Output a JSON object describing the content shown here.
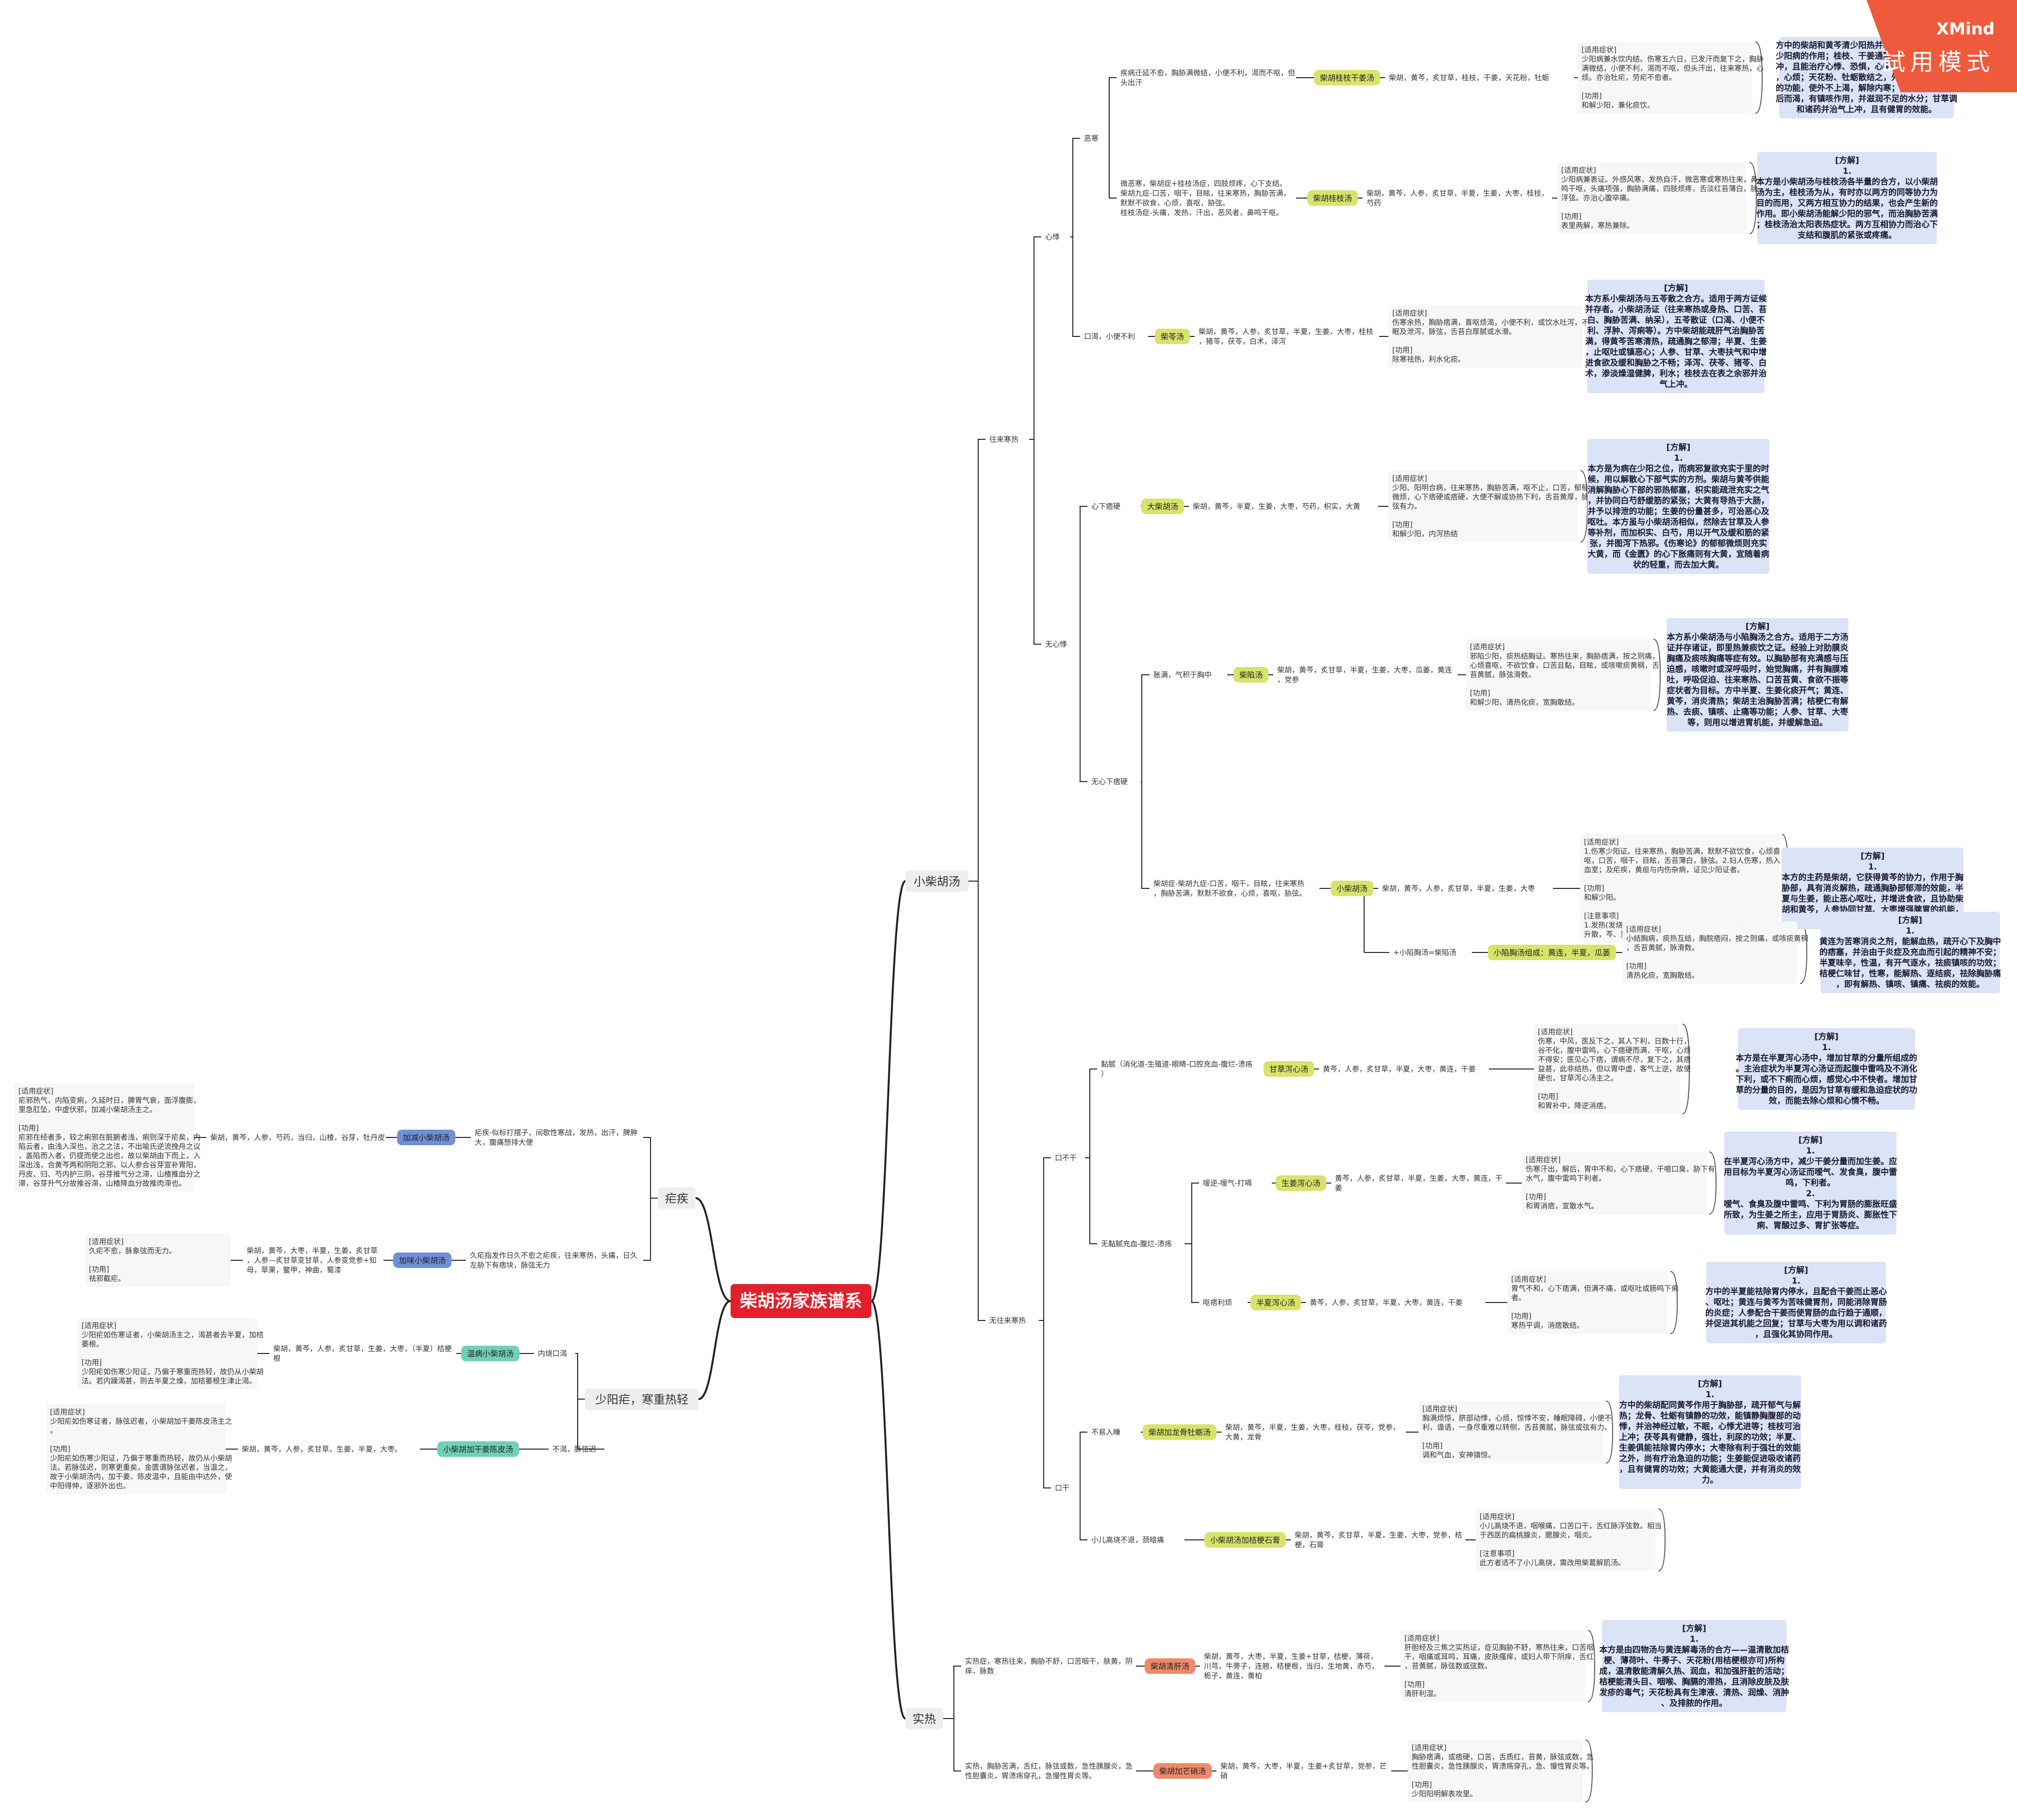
{
  "watermark": {
    "brand": "XMind",
    "mode": "試用模式",
    "color": "#f05a3c"
  },
  "colors": {
    "root": "#e0202a",
    "yellow": "#d7e36a",
    "blue": "#6f8fd8",
    "teal": "#6fd0b4",
    "orange": "#ee8a6a",
    "expl_bg": "#dbe3f6",
    "line": "#222222",
    "bracket": "#555555"
  },
  "root": {
    "label": "柴胡汤家族谱系"
  },
  "branches": [
    {
      "label": "小柴胡汤"
    },
    {
      "label": "实热"
    },
    {
      "label": "疟疾"
    },
    {
      "label": "少阳疟，寒重热轻"
    }
  ],
  "nodes": [
    {
      "id": "wanglai",
      "text": "往来寒热"
    },
    {
      "id": "xinji",
      "text": "心悸"
    },
    {
      "id": "ewu",
      "text": "恶寒"
    },
    {
      "id": "sym1",
      "text": "疾病迁延不愈，胸胁满微结，小便不利，渴而不呕，但头出汗"
    },
    {
      "id": "pill1",
      "text": "柴胡桂枝干姜汤",
      "color": "yellow"
    },
    {
      "id": "ing1",
      "text": "柴胡，黄芩，炙甘草，桂枝，干姜，天花粉，牡蛎"
    },
    {
      "id": "note1",
      "text": "[适用症状]\n少阳病兼水饮内结。伤寒五六日，已发汗而复下之，胸胁满微结，小便不利，渴而不呕，但头汗出，往来寒热，心烦。亦治牡疟，劳疟不愈者。\n\n[功用]\n和解少阳，兼化痰饮。"
    },
    {
      "id": "expl1",
      "text": "方中的柴胡和黄芩清少阳热并和解少阳，而有解除少阳病的作用；桂枝、干姜通阳散寒，证与气的上冲，且能治疗心悸、恐惧，心中动悸，且治疗汗出，心烦；天花粉、牡蛎散结之，外而寒，鼓舞组织的功能，使外不上渴，解除内寒；干姜温中，解决后而渴，有镇咳作用，并滋润不足的水分；甘草调和诸药并治气上冲，且有健胃的效能。"
    },
    {
      "id": "sym2",
      "text": "微恶寒，柴胡症+桂枝汤症，四肢烦疼，心下支结。\n柴胡九症-口苦，咽干，目眩，往来寒热，胸胁苦满，默默不欲食，心烦，喜呕，胁弦。\n桂枝汤症-头痛，发热，汗出，恶风者，鼻鸣干呕。"
    },
    {
      "id": "pill2",
      "text": "柴胡桂枝汤",
      "color": "yellow"
    },
    {
      "id": "ing2",
      "text": "柴胡，黄芩，人参，炙甘草，半夏，生姜，大枣，桂枝，芍药"
    },
    {
      "id": "note2",
      "text": "[适用症状]\n少阳病兼表证。外感风寒，发热自汗，微恶寒或寒热往来，鼻鸣干呕，头痛项强，胸胁满痛，四肢烦疼，舌淡红苔薄白，脉浮弦。亦治心腹卒痛。\n\n[功用]\n表里两解，寒热兼除。"
    },
    {
      "id": "expl2",
      "text": "[方解]\n1.\n本方是小柴胡汤与桂枝汤各半量的合方，以小柴胡汤为主，桂枝汤为从，有时亦以两方的同等协力为目的而用，又两方相互协力的结果，也会产生新的作用。即小柴胡汤能解少阳的邪气，而治胸胁苦满；桂枝汤治太阳表热症状。两方互相协力而治心下支结和腹肌的紧张或疼痛。"
    },
    {
      "id": "kouke",
      "text": "口渴，小便不利"
    },
    {
      "id": "pill3",
      "text": "柴苓汤",
      "color": "yellow"
    },
    {
      "id": "ing3",
      "text": "柴胡，黄芩，人参，炙甘草，半夏，生姜，大枣，桂枝，猪苓，茯苓，白术，泽泻"
    },
    {
      "id": "note3",
      "text": "[适用症状]\n伤寒余热，胸胁痞满，喜呕烦渴，小便不利，或饮水吐泻，不得眠及泄泻。脉弦，舌苔白厚腻或水滑。\n\n[功用]\n除寒祛热，利水化痰。"
    },
    {
      "id": "expl3",
      "text": "[方解]\n本方系小柴胡汤与五苓散之合方。适用于两方证候并存者。小柴胡汤证（往来寒热或身热、口苦、苔白、胸胁苦满、纳呆），五苓散证（口渴、小便不利、浮肿、泻痢等）。方中柴胡能疏肝气治胸胁苦满，得黄芩苦寒清热，疏通胸之郁滞；半夏、生姜，止呕吐或镇恶心；人参、甘草、大枣扶气和中增进食欲及缓和胸胁之不畅；泽泻、茯苓、猪苓、白术，渗淡燥湿健脾，利水；桂枝去在表之余邪并治气上冲。"
    },
    {
      "id": "wuxinji",
      "text": "无心悸"
    },
    {
      "id": "xinxiapiying",
      "text": "心下痞硬"
    },
    {
      "id": "pill4",
      "text": "大柴胡汤",
      "color": "yellow"
    },
    {
      "id": "ing4",
      "text": "柴胡，黄芩，半夏，生姜，大枣，芍药，枳实，大黄"
    },
    {
      "id": "note4",
      "text": "[适用症状]\n少阳、阳明合病，往来寒热，胸胁苦满，呕不止，口苦，郁郁微烦，心下痞硬或痞硬，大便不解或协热下利，舌苔黄厚，脉弦有力。\n\n[功用]\n和解少阳，内泻热结"
    },
    {
      "id": "expl4",
      "text": "[方解]\n1.\n本方是为病在少阳之位，而病邪复欲充实于里的时候，用以解散心下部气实的方剂。柴胡与黄芩供能消解胸胁心下部的邪热郁塞，枳实能疏泄充实之气，并协同白芍舒缓筋的紧张；大黄有导热于大肠，并予以排泄的功能；生姜的份量甚多，可治恶心及呕吐。本方虽与小柴胡汤相似，然除去甘草及人参等补剂，而加枳实、白芍，用以开气及缓和筋的紧张，并图泻下热邪。《伤寒论》的郁郁微烦则充实大黄，而《金匮》的心下胀痛则有大黄，宜随着病状的轻重，而去加大黄。"
    },
    {
      "id": "wuxinxiapiying",
      "text": "无心下痞硬"
    },
    {
      "id": "xiongman",
      "text": "胀满，气积于胸中"
    },
    {
      "id": "pill5",
      "text": "柴陷汤",
      "color": "yellow"
    },
    {
      "id": "ing5",
      "text": "柴胡，黄芩，炙甘草，半夏，生姜，大枣，瓜蒌，黄连，党参"
    },
    {
      "id": "note5",
      "text": "[适用症状]\n邪陷少阳，痰热结胸证。寒热往来，胸胁痞满，按之则痛，心烦喜呕，不欲饮食，口苦且黏，目眩，或咳嗽痰黄稠，舌苔黄腻，脉弦滑数。\n\n[功用]\n和解少阳，清热化痰，宽胸散结。"
    },
    {
      "id": "expl5",
      "text": "[方解]\n本方系小柴胡汤与小陷胸汤之合方。适用于二方汤证并存诸证，即里热兼痰饮之证。经验上对肋膜炎胸痛及痰咳胸痛等症有效。以胸胁部有充满感与压迫感，咳嗽时或深呼吸时，始觉胸痛，并有胸膜难吐，呼吸促迫、往来寒热、口苦苔黄、食欲不振等症状者为目标。方中半夏、生姜化痰开气；黄连、黄芩，消炎清热；柴胡主治胸胁苦满；桔梗仁有解热、去痰、镇咳、止痛等功能；人参、甘草、大枣等，则用以增进胃机能，并缓解急迫。"
    },
    {
      "id": "sym6",
      "text": "柴胡症-柴胡九症-口苦，咽干，目眩，往来寒热，胸胁苦满，默默不欲食，心烦，喜呕，胁弦。"
    },
    {
      "id": "pill6",
      "text": "小柴胡汤",
      "color": "yellow"
    },
    {
      "id": "ing6",
      "text": "柴胡，黄芩，人参，炙甘草，半夏，生姜，大枣"
    },
    {
      "id": "note6",
      "text": "[适用症状]\n1.伤寒少阳证。往来寒热，胸胁苦满，默默不欲饮食，心烦喜呕，口苦，咽干，目眩，舌苔薄白，脉弦。2.妇人伤寒，热入血室；及疟疾，黄疸与内伤杂病，证见少阳证者。\n\n[功用]\n和解少阳。\n\n[注意事项]\n1.发热(发烧)越重，柴胡可重用至30g。2.因方中柴胡升散，芩、夏性燥，故对阴虚血少者禁用。"
    },
    {
      "id": "expl6",
      "text": "[方解]\n1.\n本方的主药是柴胡，它获得黄芩的协力，作用于胸胁部，具有消炎解热，疏通胸胁部郁滞的效能，半夏与生姜，能止恶心呕吐，并增进食欲，且协助柴胡和黄芩，人参协同甘草、大枣增强脾胃的机能，兼能缓解胸胁部的充塞感。"
    },
    {
      "id": "xiaoxianxiong",
      "text": "+小陷胸汤=柴陷汤"
    },
    {
      "id": "pill7",
      "text": "小陷胸汤组成：黄连，半夏，瓜蒌",
      "color": "yellow"
    },
    {
      "id": "note7",
      "text": "[适用症状]\n小结胸病，痰热互结，胸脘痞闷，按之则痛，或咳痰黄稠，舌苔黄腻，脉滑数。\n\n[功用]\n清热化痰，宽胸散结。"
    },
    {
      "id": "expl7",
      "text": "[方解]\n1.\n黄连为苦寒消炎之剂，能解血热，疏开心下及胸中的痞塞，并治由于炎症及充血而引起的精神不安；半夏味辛，性温，有开气逐水，祛痰镇咳的功效；桔梗仁味甘，性寒，能解热、逐结痰，祛除胸胁痛，即有解热、镇咳、镇痛、祛痰的效能。"
    },
    {
      "id": "wuwanglai",
      "text": "无往来寒热"
    },
    {
      "id": "koubugan",
      "text": "口不干"
    },
    {
      "id": "nian",
      "text": "黏腻（消化道-生殖道-眼睛-口腔充血-腹烂-溃疡）"
    },
    {
      "id": "pill8",
      "text": "甘草泻心汤",
      "color": "yellow"
    },
    {
      "id": "ing8",
      "text": "黄芩，人参，炙甘草，半夏，大枣，黄连，干姜"
    },
    {
      "id": "note8",
      "text": "[适用症状]\n伤寒，中风，医反下之，其人下利，日数十行，谷不化，腹中雷鸣，心下痞硬而满，干呕，心烦不得安；医见心下痞，谓病不尽，复下之，其痞益甚，此非结热，但以胃中虚，客气上逆，故使硬也，甘草泻心汤主之。\n\n[功用]\n和胃补中，降逆消痞。"
    },
    {
      "id": "expl8",
      "text": "[方解]\n1.\n本方是在半夏泻心汤中，增加甘草的分量所组成的。主治症状为半夏泻心汤证而起腹中雷鸣及不消化下利，或不下痢而心烦，感觉心中不快者。增加甘草的分量的目的，是因为甘草有缓和急迫症状的功效，而能去除心烦和心情不畅。"
    },
    {
      "id": "wunian",
      "text": "无黏腻充血-腹烂-溃疡"
    },
    {
      "id": "aiqi",
      "text": "嗳逆-嗳气-打嗝"
    },
    {
      "id": "pill9",
      "text": "生姜泻心汤",
      "color": "yellow"
    },
    {
      "id": "ing9",
      "text": "黄芩，人参，炙甘草，半夏，生姜，大枣，黄连，干姜"
    },
    {
      "id": "note9",
      "text": "[适用症状]\n伤寒汗出，解后，胃中不和，心下痞硬，干噫口臭，胁下有水气，腹中雷鸣下利者。\n\n[功用]\n和胃消痞，宣散水气。"
    },
    {
      "id": "expl9",
      "text": "[方解]\n1.\n在半夏泻心汤方中，减少干姜分量而加生姜。应用目标为半夏泻心汤证而嗳气、发食臭，腹中雷鸣，下利者。\n2.\n嗳气、食臭及腹中雷鸣、下利为胃肠的膨胀旺盛所致，为生姜之所主，应用于胃肠炎、膨胀性下痢、胃酸过多、胃扩张等症。"
    },
    {
      "id": "oupi",
      "text": "呕痞利烦"
    },
    {
      "id": "pill10",
      "text": "半夏泻心汤",
      "color": "yellow"
    },
    {
      "id": "ing10",
      "text": "黄芩，人参，炙甘草，半夏，大枣，黄连，干姜"
    },
    {
      "id": "note10",
      "text": "[适用症状]\n胃气不和，心下痞满，但满不痛，或呕吐或肠鸣下痢者。\n\n[功用]\n寒热平调，消痞散结。"
    },
    {
      "id": "expl10",
      "text": "[方解]\n1.\n方中的半夏能祛除胃内停水，且配合干姜而止恶心、呕吐；黄连与黄芩为苦味健胃剂，同能消除胃肠的炎症；人参配合干姜而使胃肠的血行趋于通顺，并促进其机能之回复；甘草与大枣为用以调和诸药，且强化其协同作用。"
    },
    {
      "id": "kougan",
      "text": "口干"
    },
    {
      "id": "burushui",
      "text": "不易入睡"
    },
    {
      "id": "pill11",
      "text": "柴胡加龙骨牡蛎汤",
      "color": "yellow"
    },
    {
      "id": "ing11",
      "text": "柴胡，黄芩，半夏，生姜，大枣，桂枝，茯苓，党参，大黄，龙骨"
    },
    {
      "id": "note11",
      "text": "[适用症状]\n胸满烦惊，脐部动悸，心烦，惊悸不安，睡眠障碍，小便不利，谵语，一身尽重难以转侧，舌苔黄腻，脉弦或弦有力。\n\n[功用]\n调和气血，安神镇惊。"
    },
    {
      "id": "expl11",
      "text": "[方解]\n1.\n方中的柴胡配同黄芩作用于胸胁部，疏开郁气与解热；龙骨、牡蛎有镇静的功效，能镇静胸腹部的动悸，并治神经过敏，不眠，心悸尤进等；桂枝可治上冲；茯苓具有健静，强壮，利尿的功效；半夏、生姜俱能祛除胃内停水；大枣除有利于强壮的效能之外，尚有疗治急迫的功能；生姜能促进吸收诸药，且有健胃的功效；大黄能通大便，并有消炎的效力。"
    },
    {
      "id": "xiaoer",
      "text": "小儿高烧不退，颈暗痛"
    },
    {
      "id": "pill12",
      "text": "小柴胡汤加桔梗石膏",
      "color": "yellow"
    },
    {
      "id": "ing12",
      "text": "柴胡，黄芩，炙甘草，半夏，生姜，大枣，党参，桔梗，石膏"
    },
    {
      "id": "note12",
      "text": "[适用症状]\n小儿高烧不退，咽喉痛，口苦口干，舌红脉浮弦数。相当于西医的扁桃腺炎，腮腺炎，咽炎。\n\n[注意事项]\n此方者适不了小儿高烧，需改用柴葛解肌汤。"
    },
    {
      "id": "shire1",
      "text": "实热症，寒热往来，胸胁不舒，口苦咽干，肤黄，阴痒，脉数"
    },
    {
      "id": "pill13",
      "text": "柴胡清肝汤",
      "color": "orange"
    },
    {
      "id": "ing13",
      "text": "柴胡，黄芩，大枣，半夏，生姜+甘草，桔梗，薄荷，川芎，牛蒡子，连翘，桔梗根，当归，生地黄，赤芍，栀子，黄连，黄柏"
    },
    {
      "id": "note13",
      "text": "[适用症状]\n肝胆经及三焦之实热证，症见胸胁不舒，寒热往来，口苦咽干，咽痛或耳鸣，耳痛，皮肤瘙痒，或妇人带下阴痒，舌红，苔黄腻，脉弦数或弦数。\n\n[功用]\n清肝利湿。"
    },
    {
      "id": "expl13",
      "text": "[方解]\n1.\n本方是由四物汤与黄连解毒汤的合方——温清散加桔梗、薄荷叶、牛蒡子、天花粉(用桔梗根亦可)所构成，温清散能清解久热、润血，和加强肝脏的活动；桔梗能清头目、咽喉、胸膈的滞热，且消除皮肤及肤发疹的毒气；天花粉具有生津液、清热、润燥、消肿、及排脓的作用。"
    },
    {
      "id": "shire2",
      "text": "实热，胸胁苦满，舌红，脉弦或数，急性胰腺炎，急性胆囊炎，胃溃疡穿孔，急慢性胃炎等。"
    },
    {
      "id": "pill14",
      "text": "柴胡加芒硝汤",
      "color": "orange"
    },
    {
      "id": "ing14",
      "text": "柴胡，黄芩，大枣，半夏，生姜+炙甘草，党参，芒硝"
    },
    {
      "id": "note14",
      "text": "[适用症状]\n胸胁痞满，或痞硬，口苦，舌质红，苔黄，脉弦或数，急性胆囊炎，急性胰腺炎，胃溃疡穿孔，急、慢性胃炎等。\n\n[功用]\n少阳阳明解表攻里。"
    },
    {
      "id": "nuezheng",
      "text": "疟疾-似标打摆子，间歇性寒战，发热，出汗，脾肿大，腹痛想排大便"
    },
    {
      "id": "pill15",
      "text": "加减小柴胡汤",
      "color": "blue"
    },
    {
      "id": "ing15",
      "text": "柴胡，黄芩，人参，芍药，当归，山楂，谷芽，牡丹皮"
    },
    {
      "id": "note15",
      "text": "[适用症状]\n疟邪热气，内陷变痢，久延时日，脾胃气衰，面浮腹膨，里急肛坠，中虚伏邪，加减小柴胡汤主之。\n\n[功用]\n疟邪在经者多，较之痢邪在脏腑者浅，痢则深于疟矣，内陷云者，由浅入深也，治之之法，不出喻氏逆流挽舟之议，盖陷而入者，仍提而使之出也，故以柴胡由下而上，入深出浅，合黄芩两和阴阳之邪，以人参合谷芽宣补胃阳，丹皮、归、芍内护三阴，谷芽推气分之滞，山楂推血分之滞，谷芽升气分故推谷滞，山楂降血分故推肉滞也。"
    },
    {
      "id": "jiuchuan",
      "text": "久疟指发作日久不愈之疟疾，往来寒热，头痛，日久左胁下有痞块，脉弦无力"
    },
    {
      "id": "pill16",
      "text": "加味小柴胡汤",
      "color": "blue"
    },
    {
      "id": "ing16",
      "text": "柴胡，黄芩，大枣，半夏，生姜，炙甘草，人参—炙甘草变甘草，人参变党参+知母，草果，鳖甲，神曲，蜀漆"
    },
    {
      "id": "note16",
      "text": "[适用症状]\n久疟不愈，脉象弦而无力。\n\n[功用]\n祛邪截疟。"
    },
    {
      "id": "neiliu",
      "text": "内烧口渴"
    },
    {
      "id": "pill17",
      "text": "温病小柴胡汤",
      "color": "teal"
    },
    {
      "id": "ing17",
      "text": "柴胡，黄芩，人参，炙甘草，生姜，大枣，（半夏）桔梗根"
    },
    {
      "id": "note17",
      "text": "[适用症状]\n少阳疟如伤寒证者，小柴胡汤主之，渴甚者去半夏，加桔萎根。\n\n[功用]\n少阳疟如伤寒少阳证，乃偏于寒重而热轻，故仍从小柴胡法。若内躁渴甚，则去半夏之燥，加桔萎根生津止渴。"
    },
    {
      "id": "buke",
      "text": "不渴，脉弦迟"
    },
    {
      "id": "pill18",
      "text": "小柴胡加干姜陈皮汤",
      "color": "teal"
    },
    {
      "id": "ing18",
      "text": "柴胡，黄芩，人参，炙甘草，生姜，半夏，大枣。"
    },
    {
      "id": "note18",
      "text": "[适用症状]\n少阳疟如伤寒证者，脉弦迟者，小柴胡加干姜陈皮汤主之。\n\n[功用]\n少阳疟如伤寒少阳证，乃偏于寒重而热轻，故仍从小柴胡法。若脉弦迟，则寒更重矣，金匮谓脉弦迟者，当温之，故于小柴胡汤内，加干姜、陈皮温中，且能由中达外，使中阳得伸，逐邪外出也。"
    }
  ]
}
